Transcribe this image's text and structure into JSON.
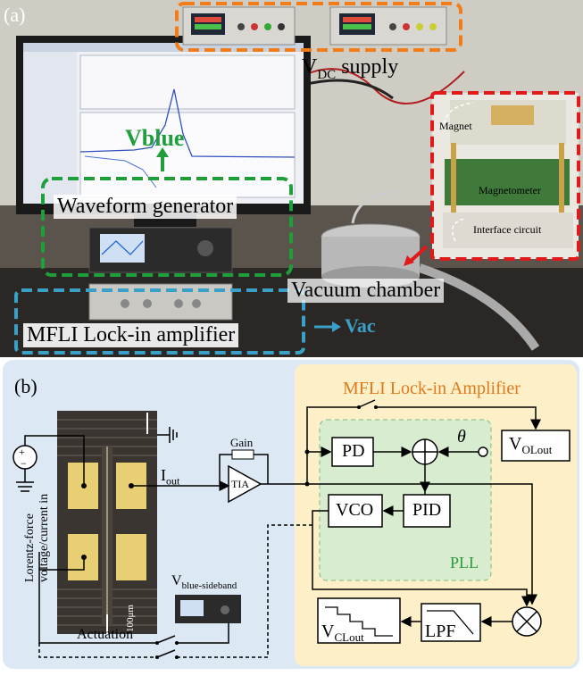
{
  "panel_a": {
    "tag": "(a)",
    "vdc_label": "V",
    "vdc_sub": "DC",
    "vdc_rest": " supply",
    "vblue": "Vblue",
    "waveform": "Waveform generator",
    "vacuum": "Vacuum chamber",
    "mfli": "MFLI Lock-in amplifier",
    "vac": "Vac",
    "inset": {
      "magnet": "Magnet",
      "magnetometer": "Magnetometer",
      "interface": "Interface circuit"
    },
    "colors": {
      "orange": "#f07d1a",
      "green": "#1f9e3c",
      "red": "#e0191b",
      "blue": "#3aa0c8"
    }
  },
  "panel_b": {
    "tag": "(b)",
    "lockin_title": "MFLI Lock-in Amplifier",
    "pll": "PLL",
    "pd": "PD",
    "pid": "PID",
    "vco": "VCO",
    "lpf": "LPF",
    "theta": "θ",
    "gain": "Gain",
    "tia": "TIA",
    "iout_main": "I",
    "iout_sub": "out",
    "vol_main": "V",
    "vol_sub": "OLout",
    "vcl_main": "V",
    "vcl_sub": "CLout",
    "vblue_main": "V",
    "vblue_sub": "blue-sideband",
    "actuation": "Actuation",
    "source_label_1": "Lorentz-force",
    "source_label_2": "voltage/current in",
    "scale": "100μm",
    "colors": {
      "lockin_title": "#e07a1a",
      "pll": "#2e9a3e",
      "lockin_bg": "#fdefc8",
      "pll_bg": "#d8ecd0",
      "panel_bg": "#dce8f4"
    }
  }
}
